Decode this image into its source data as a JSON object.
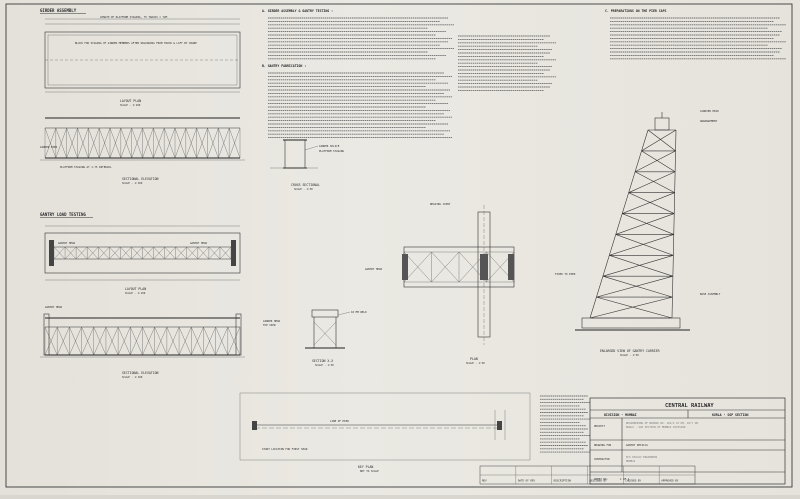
{
  "sheet_border_color": "#3a3a3a",
  "sections": {
    "girder_assembly": {
      "title": "GIRDER ASSEMBLY",
      "plan_label": "LAYOUT PLAN",
      "elevation_label": "SECTIONAL ELEVATION",
      "scale": "SCALE - 1:100"
    },
    "cross_sectional": {
      "label": "CROSS SECTIONAL",
      "scale": "SCALE - 1:50"
    },
    "gantry_load_testing": {
      "title": "GANTRY LOAD TESTING",
      "plan_label": "LAYOUT PLAN",
      "elevation_label": "SECTIONAL ELEVATION",
      "scale": "SCALE - 1:100"
    },
    "section_xx": {
      "label": "SECTION X-X",
      "scale": "SCALE - 1:50"
    },
    "plan": {
      "label": "PLAN",
      "scale": "SCALE - 1:50"
    },
    "enlarged_view": {
      "label": "ENLARGED VIEW OF GANTRY CARRIER",
      "scale": "SCALE - 1:50"
    },
    "key_plan": {
      "label": "KEY PLAN",
      "scale": "NOT TO SCALE"
    }
  },
  "notes": {
    "a_heading": "A.  GIRDER ASSEMBLY & GANTRY TESTING :",
    "b_heading": "B.  GANTRY FABRICATION :",
    "c_heading": "C.  PREPARATIONS ON THE PIER CAPS"
  },
  "title_block": {
    "railway": "CENTRAL RAILWAY",
    "division": "DIVISION - MUMBAI",
    "section": "KURLA - SGP SECTION",
    "project_label": "PROJECT",
    "drawing_label": "DRAWING FOR",
    "drawing_for": "GANTRY DETAILS",
    "contractor_label": "CONTRACTOR",
    "sheet_label": "SHEET NO.",
    "sheet_no": "1 OF 1"
  },
  "revision_row": [
    "REV",
    "DATE OF REV",
    "DESCRIPTION",
    "DESIGNED BY",
    "CHECKED BY",
    "APPROVED BY"
  ]
}
